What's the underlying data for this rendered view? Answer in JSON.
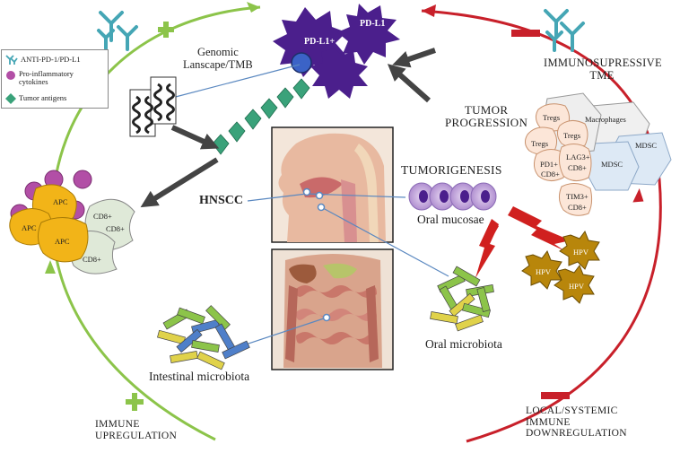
{
  "legend": {
    "antibody_label": "ANTI-PD-1/PD-L1",
    "cytokines_label_line1": "Pro-inflammatory",
    "cytokines_label_line2": "cytokines",
    "antigens_label": "Tumor antigens"
  },
  "tumor_cell": {
    "pdl1_left": "PD-L1+",
    "pdl1_right": "PD-L1"
  },
  "labels": {
    "genomic_line1": "Genomic",
    "genomic_line2": "Lanscape/TMB",
    "tumor_progression_line1": "TUMOR",
    "tumor_progression_line2": "PROGRESSION",
    "immunosuppressive_line1": "IMMUNOSUPRESSIVE",
    "immunosuppressive_line2": "TME",
    "tumorigenesis": "TUMORIGENESIS",
    "oral_mucosae": "Oral mucosae",
    "hnscc": "HNSCC",
    "oral_microbiota": "Oral microbiota",
    "intestinal_microbiota": "Intestinal microbiota",
    "immune_up_line1": "IMMUNE",
    "immune_up_line2": "UPREGULATION",
    "local_down_line1": "LOCAL/SYSTEMIC",
    "local_down_line2": "IMMUNE",
    "local_down_line3": "DOWNREGULATION"
  },
  "apc_cluster": {
    "apc1": "APC",
    "apc2": "APC",
    "apc3": "APC",
    "cd8_1": "CD8+",
    "cd8_2": "CD8+",
    "cd8_3": "CD8+"
  },
  "tme_cells": {
    "tregs1": "Tregs",
    "tregs2": "Tregs",
    "tregs3": "Tregs",
    "macrophages": "Macrophages",
    "pd1": "PD1+",
    "pd1_cd8": "CD8+",
    "lag3": "LAG3+",
    "lag3_cd8": "CD8+",
    "mdsc1": "MDSC",
    "mdsc2": "MDSC",
    "tim3": "TIM3+",
    "tim3_cd8": "CD8+"
  },
  "hpv": {
    "hpv1": "HPV",
    "hpv2": "HPV",
    "hpv3": "HPV"
  },
  "colors": {
    "green_arc": "#8cc44a",
    "red_arc": "#c8202a",
    "tumor_purple": "#4b1f8c",
    "antigen_green": "#3aa27a",
    "cytokine_pink": "#b24fa6",
    "apc_yellow": "#f2b418",
    "cd8_green": "#dfe9d8",
    "antibody_teal": "#45a6b5",
    "hpv_gold": "#b8860b"
  }
}
